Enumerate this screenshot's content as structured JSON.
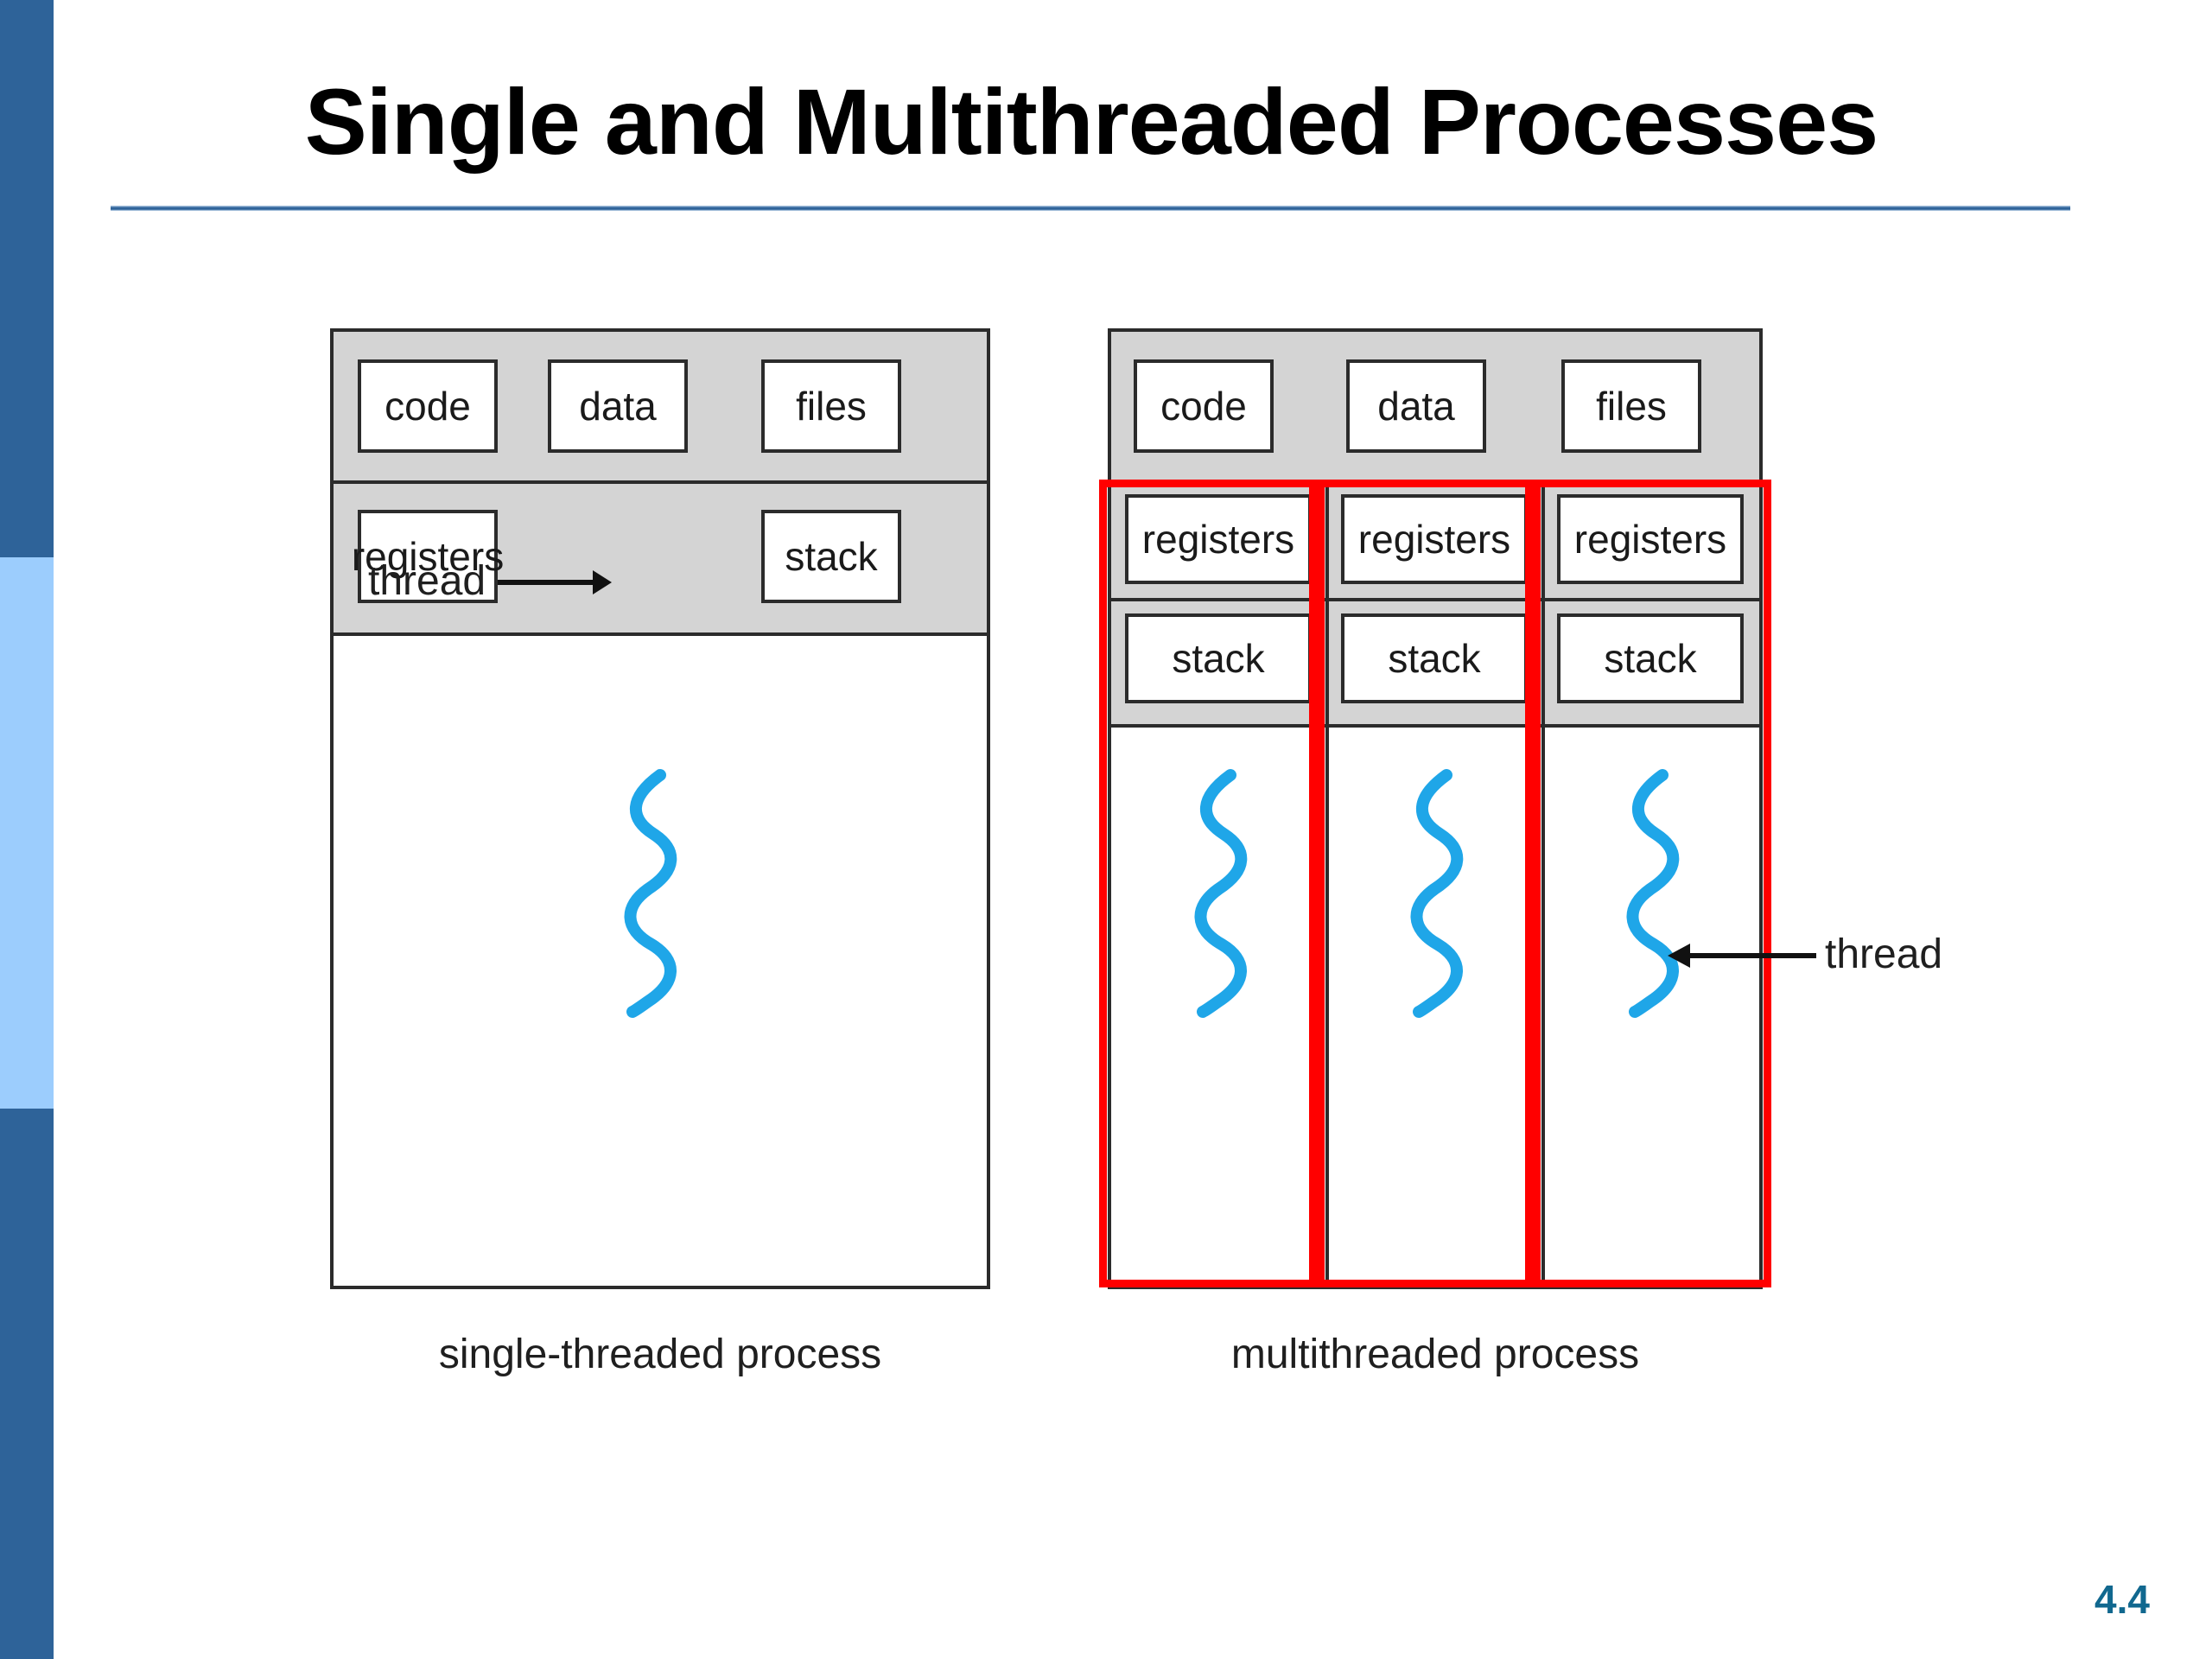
{
  "slide": {
    "title": "Single and Multithreaded Processes",
    "page_number": "4.4",
    "accent_color": "#2E6399",
    "sidebar_light_color": "#9CCDFD",
    "page_number_color": "#11688F",
    "highlight_color": "#FF0000",
    "thread_color": "#1FA6E8"
  },
  "single_threaded": {
    "caption": "single-threaded process",
    "thread_label": "thread",
    "shared_row": [
      {
        "label": "code"
      },
      {
        "label": "data"
      },
      {
        "label": "files"
      }
    ],
    "thread_row": [
      {
        "label": "registers"
      },
      {
        "label": "stack"
      }
    ]
  },
  "multithreaded": {
    "caption": "multithreaded process",
    "thread_label": "thread",
    "shared_row": [
      {
        "label": "code"
      },
      {
        "label": "data"
      },
      {
        "label": "files"
      }
    ],
    "threads": [
      {
        "registers": "registers",
        "stack": "stack"
      },
      {
        "registers": "registers",
        "stack": "stack"
      },
      {
        "registers": "registers",
        "stack": "stack"
      }
    ]
  }
}
